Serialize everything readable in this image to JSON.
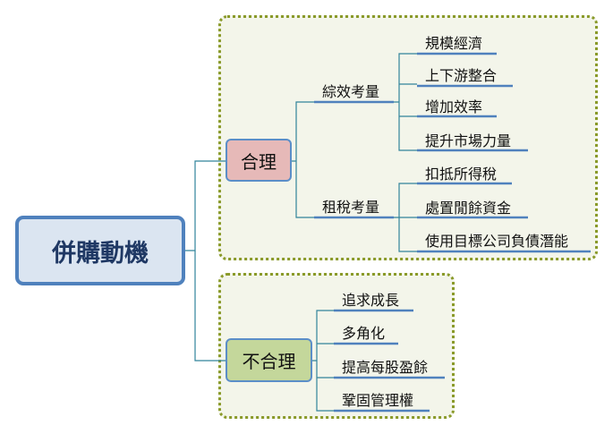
{
  "root": "併購動機",
  "branches": [
    {
      "label": "合理",
      "color": "#e6b9b8",
      "groups": [
        {
          "label": "綜效考量",
          "items": [
            "規模經濟",
            "上下游整合",
            "增加效率",
            "提升市場力量"
          ]
        },
        {
          "label": "租稅考量",
          "items": [
            "扣抵所得稅",
            "處置閒餘資金",
            "使用目標公司負債潛能"
          ]
        }
      ]
    },
    {
      "label": "不合理",
      "color": "#c4d79b",
      "items": [
        "追求成長",
        "多角化",
        "提高每股盈餘",
        "鞏固管理權"
      ]
    }
  ],
  "colors": {
    "connector": "#31849b",
    "underline": "#4f81bd",
    "group_border": "#8a9a2a",
    "group_fill": "#f3f5ea"
  }
}
